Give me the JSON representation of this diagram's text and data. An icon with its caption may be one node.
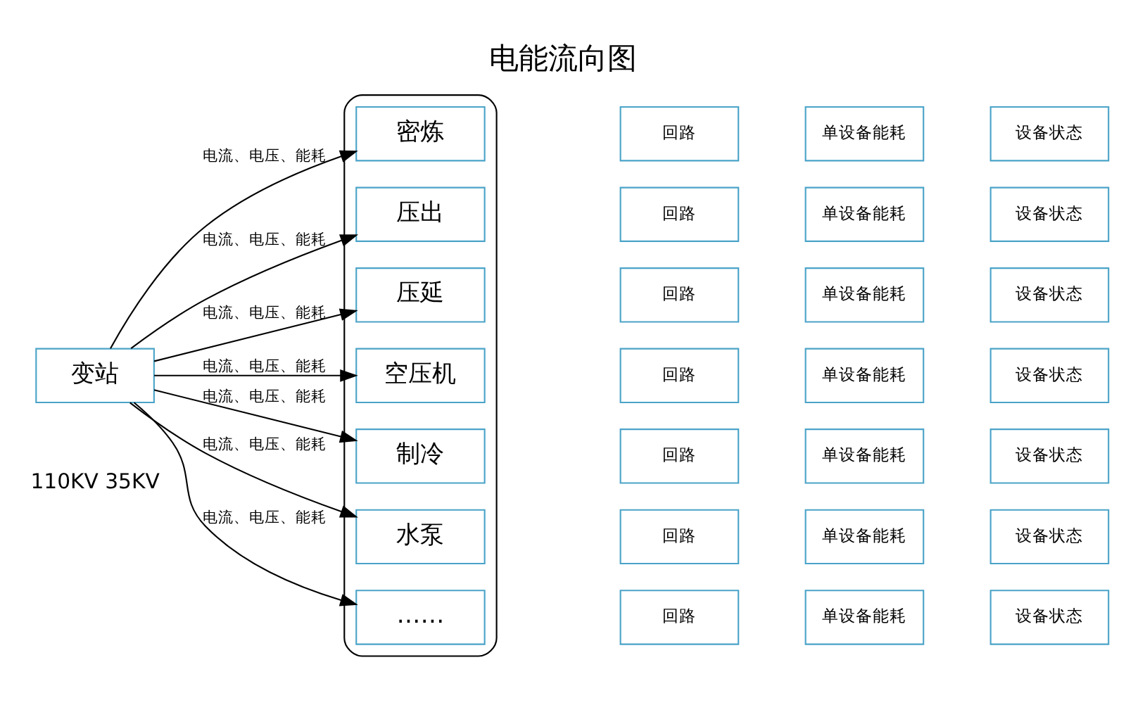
{
  "diagram": {
    "title": "电能流向图",
    "nodes": [
      {
        "text": [
          "变站"
        ],
        "beside": [
          "110KV 35KV"
        ]
      },
      {
        "text": [],
        "shape": "box"
      },
      {
        "text": [
          "密炼"
        ],
        "in": 1
      },
      {
        "text": [
          "压出"
        ],
        "in": 1
      },
      {
        "text": [
          "压延"
        ],
        "in": 1
      },
      {
        "text": [
          "空压机"
        ],
        "in": 1
      },
      {
        "text": [
          "制冷"
        ],
        "in": 1
      },
      {
        "text": [
          "水泵"
        ],
        "in": 1
      },
      {
        "text": [
          "……"
        ],
        "in": 1
      },
      {
        "text": [
          "回路"
        ]
      },
      {
        "text": [
          "单设备能耗"
        ]
      },
      {
        "text": [
          "设备状态"
        ]
      },
      {
        "text": [
          "回路"
        ]
      },
      {
        "text": [
          "单设备能耗"
        ]
      },
      {
        "text": [
          "设备状态"
        ]
      },
      {
        "text": [
          "回路"
        ]
      },
      {
        "text": [
          "单设备能耗"
        ]
      },
      {
        "text": [
          "设备状态"
        ]
      },
      {
        "text": [
          "回路"
        ]
      },
      {
        "text": [
          "单设备能耗"
        ]
      },
      {
        "text": [
          "设备状态"
        ]
      },
      {
        "text": [
          "回路"
        ]
      },
      {
        "text": [
          "单设备能耗"
        ]
      },
      {
        "text": [
          "设备状态"
        ]
      },
      {
        "text": [
          "回路"
        ]
      },
      {
        "text": [
          "单设备能耗"
        ]
      },
      {
        "text": [
          "设备状态"
        ]
      },
      {
        "text": [
          "回路"
        ]
      },
      {
        "text": [
          "单设备能耗"
        ]
      },
      {
        "text": [
          "设备状态"
        ]
      }
    ],
    "edges": [
      {
        "from": 0,
        "to": 2,
        "arrow": "to",
        "label": "电流、电压、能耗"
      },
      {
        "from": 0,
        "to": 3,
        "arrow": "to",
        "label": "电流、电压、能耗"
      },
      {
        "from": 0,
        "to": 4,
        "arrow": "to",
        "label": "电流、电压、能耗"
      },
      {
        "from": 0,
        "to": 5,
        "arrow": "to",
        "label": "电流、电压、能耗"
      },
      {
        "from": 0,
        "to": 6,
        "arrow": "to",
        "label": "电流、电压、能耗"
      },
      {
        "from": 0,
        "to": 7,
        "arrow": "to",
        "label": "电流、电压、能耗"
      },
      {
        "from": 0,
        "to": 8,
        "arrow": "to",
        "label": "电流、电压、能耗"
      }
    ]
  }
}
